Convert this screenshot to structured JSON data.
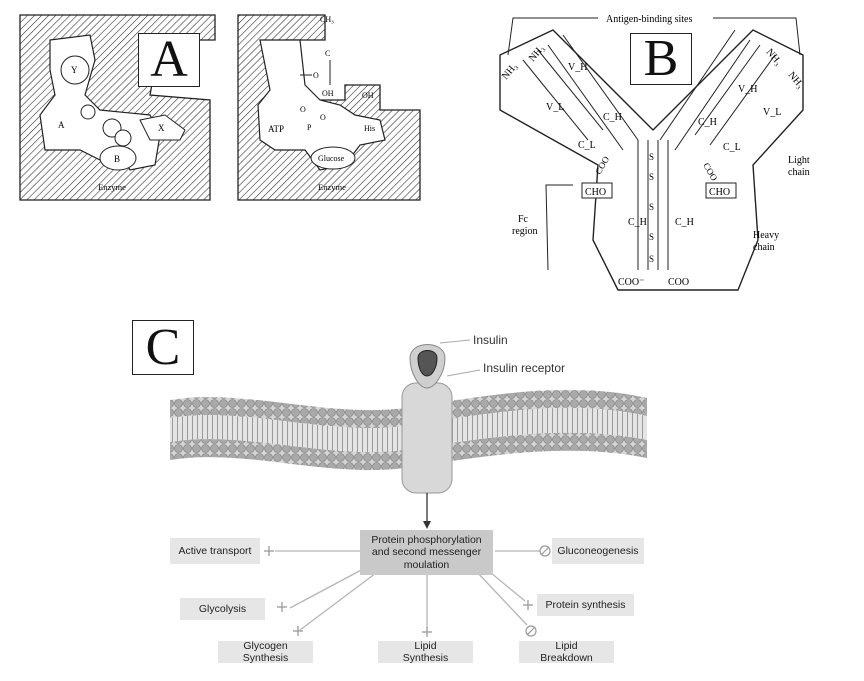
{
  "panel_a": {
    "letter": "A",
    "left": {
      "labels": {
        "y": "Y",
        "a": "A",
        "x": "X",
        "b": "B"
      },
      "enzyme": "Enzyme"
    },
    "right": {
      "labels": {
        "ch3": "CH₃",
        "c": "C",
        "oh_methyl": "OH",
        "o_link": "O",
        "atp": "ATP",
        "p": "P",
        "o_top": "O",
        "o_right": "O",
        "oh": "OH",
        "his": "His",
        "glucose": "Glucose"
      },
      "enzyme": "Enzyme"
    }
  },
  "panel_b": {
    "letter": "B",
    "top_label": "Antigen-binding sites",
    "nh3": "NH₃",
    "vh": "V_H",
    "vl": "V_L",
    "ch": "C_H",
    "cl": "C_L",
    "s": "S",
    "coo_minus": "COO⁻",
    "coo": "COO",
    "cho": "CHO",
    "light_chain": [
      "Light",
      "chain"
    ],
    "heavy_chain": [
      "Heavy",
      "chain"
    ],
    "fc_region": [
      "Fc",
      "region"
    ]
  },
  "panel_c": {
    "letter": "C",
    "insulin": "Insulin",
    "insulin_receptor": "Insulin receptor",
    "center": [
      "Protein phosphorylation",
      "and second messenger",
      "moulation"
    ],
    "active_transport": "Active transport",
    "gluconeogenesis": "Gluconeogenesis",
    "glycolysis": "Glycolysis",
    "protein_synthesis": "Protein synthesis",
    "glycogen_synthesis": [
      "Glycogen",
      "Synthesis"
    ],
    "lipid_synthesis": [
      "Lipid",
      "Synthesis"
    ],
    "lipid_breakdown": [
      "Lipid",
      "Breakdown"
    ]
  },
  "colors": {
    "hatch": "#333333",
    "membrane_head": "#a9a9a9",
    "receptor": "#d8d8d8",
    "box": "#e6e6e6",
    "center_box": "#c9c9c9"
  }
}
